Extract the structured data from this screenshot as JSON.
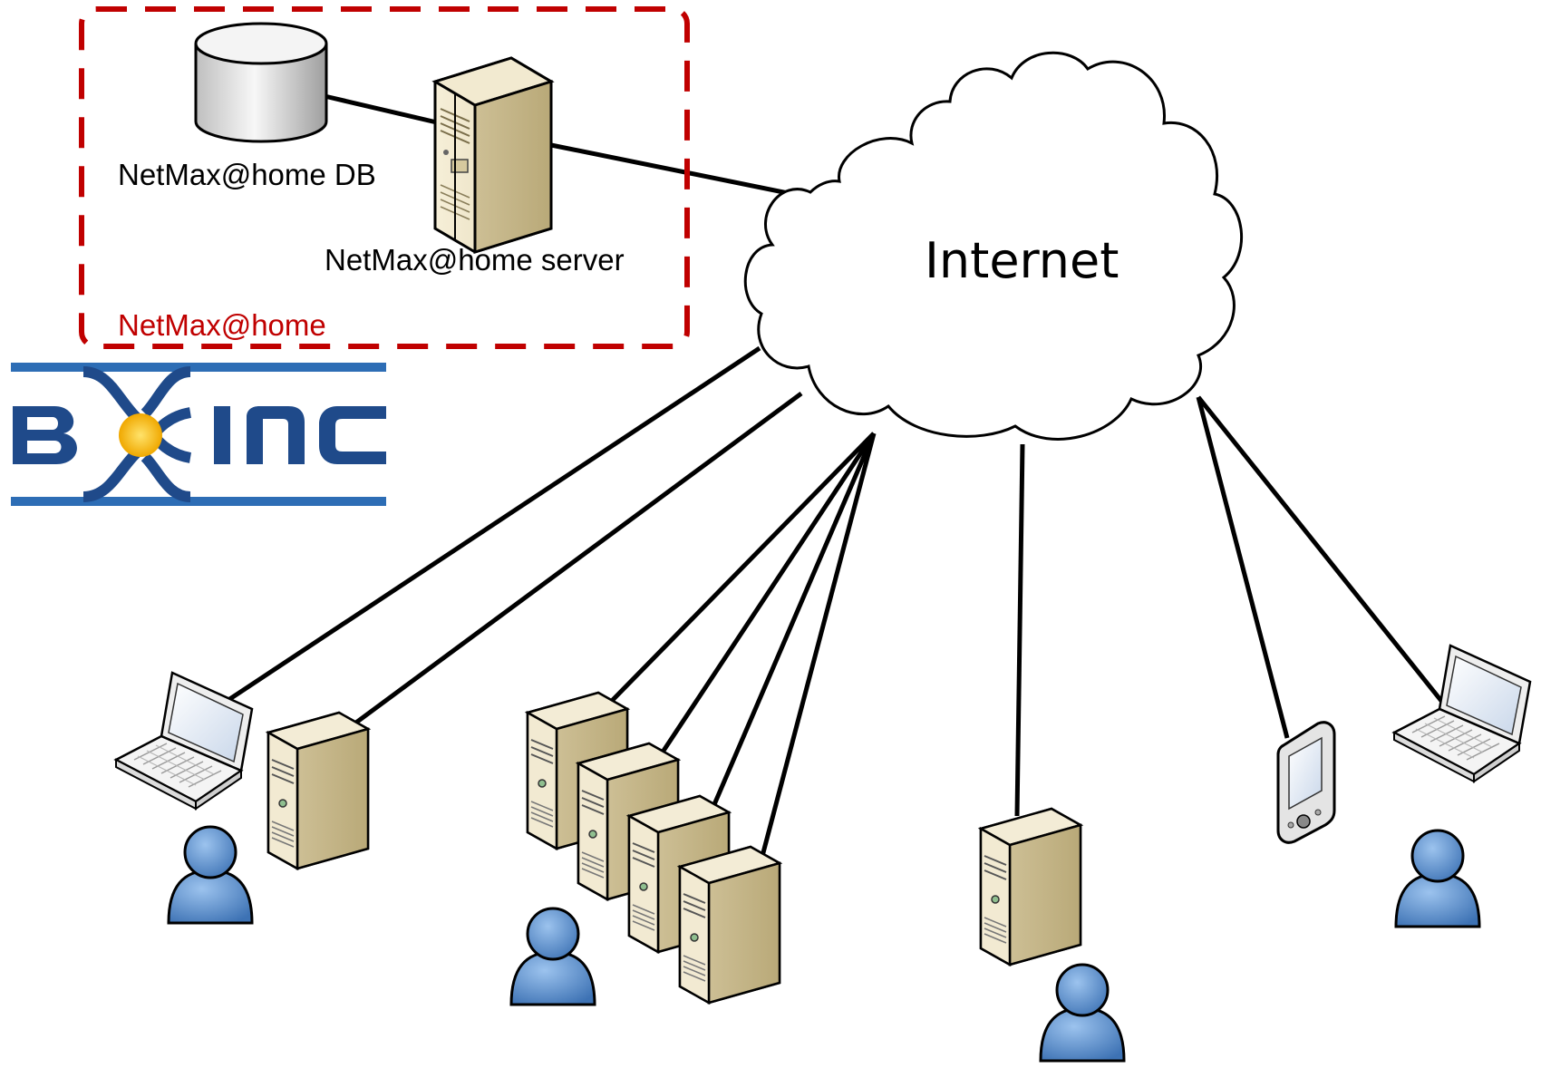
{
  "labels": {
    "db": "NetMax@home DB",
    "server": "NetMax@home server",
    "group": "NetMax@home",
    "cloud": "Internet",
    "logo": "BOINC"
  },
  "colors": {
    "group_border": "#c00000",
    "group_label": "#c00000",
    "logo_blue": "#1f4a8a",
    "logo_band": "#2d6db5",
    "logo_sun": "#f5b800",
    "server_fill": "#efe6cc",
    "person_fill": "#4f86c6"
  },
  "icons": {
    "database": "database-icon",
    "server": "server-tower-icon",
    "cloud": "cloud-icon",
    "laptop": "laptop-icon",
    "desktop": "desktop-tower-icon",
    "pda": "pda-icon",
    "user": "user-icon"
  }
}
